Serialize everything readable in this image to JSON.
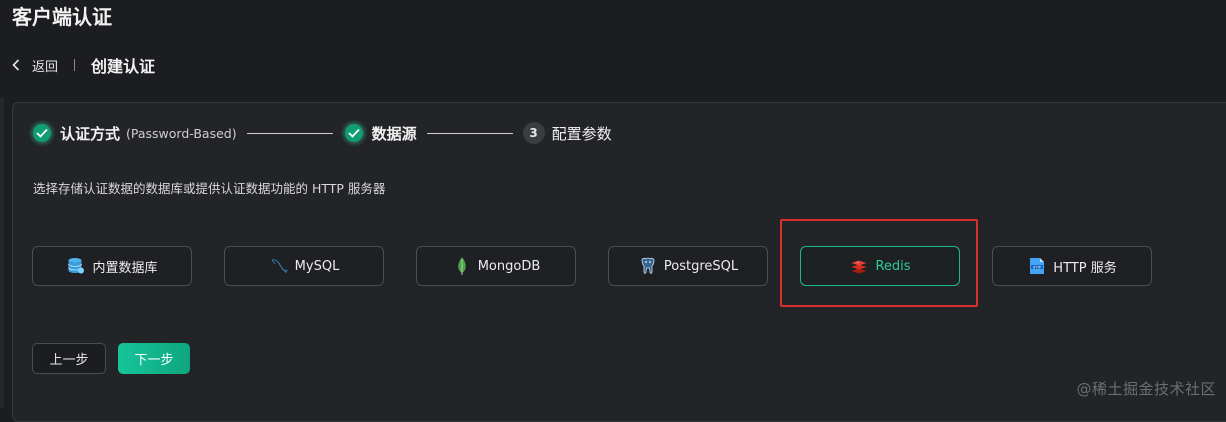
{
  "header": {
    "title": "客户端认证"
  },
  "breadcrumb": {
    "back_label": "返回",
    "current": "创建认证"
  },
  "steps": [
    {
      "title": "认证方式",
      "desc": "(Password-Based)",
      "state": "done"
    },
    {
      "title": "数据源",
      "desc": "",
      "state": "done"
    },
    {
      "number": "3",
      "title": "配置参数",
      "state": "pending"
    }
  ],
  "instruction": "选择存储认证数据的数据库或提供认证数据功能的 HTTP 服务器",
  "sources": [
    {
      "label": "内置数据库",
      "icon": "database-icon"
    },
    {
      "label": "MySQL",
      "icon": "mysql-dolphin-icon"
    },
    {
      "label": "MongoDB",
      "icon": "mongodb-leaf-icon"
    },
    {
      "label": "PostgreSQL",
      "icon": "postgresql-elephant-icon"
    },
    {
      "label": "Redis",
      "icon": "redis-icon",
      "selected": true
    },
    {
      "label": "HTTP 服务",
      "icon": "http-icon"
    }
  ],
  "actions": {
    "prev_label": "上一步",
    "next_label": "下一步"
  },
  "watermark": "@稀土掘金技术社区",
  "colors": {
    "accent": "#19b98b",
    "highlight": "#d8312a",
    "background": "#1c1d20"
  }
}
